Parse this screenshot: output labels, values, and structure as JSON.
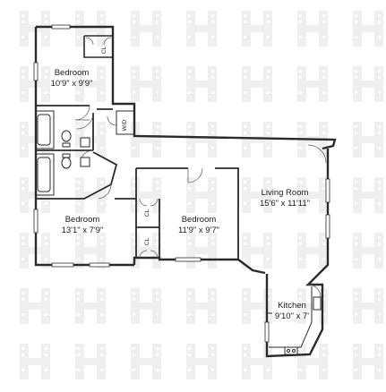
{
  "rooms": {
    "bedroom_top": {
      "name": "Bedroom",
      "dims": "10'9\" x 9'9\""
    },
    "bedroom_left": {
      "name": "Bedroom",
      "dims": "13'1\" x 7'9\""
    },
    "bedroom_mid": {
      "name": "Bedroom",
      "dims": "11'9\" x 9'7\""
    },
    "living_room": {
      "name": "Living Room",
      "dims": "15'6\" x 11'11\""
    },
    "kitchen": {
      "name": "Kitchen",
      "dims": "9'10\" x 7'"
    }
  },
  "closets": {
    "cl_top": "CL",
    "cl_mid_upper": "CL",
    "cl_mid_lower": "CL",
    "wd": "W/D"
  },
  "colors": {
    "wall": "#2b2b2b",
    "watermark": "#eeeeee"
  }
}
